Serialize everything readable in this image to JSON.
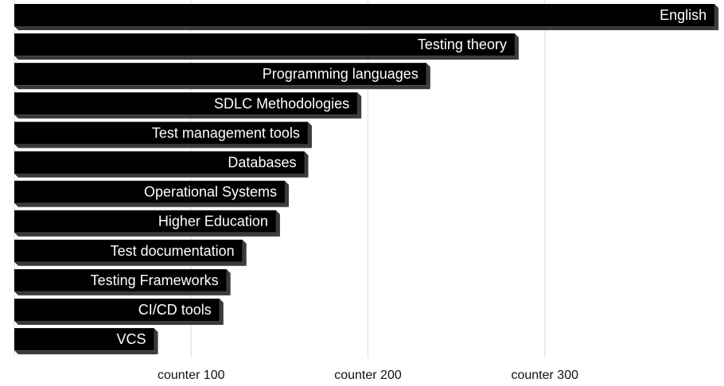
{
  "chart_data": {
    "type": "bar",
    "orientation": "horizontal",
    "categories": [
      "English",
      "Testing theory",
      "Programming languages",
      "SDLC Methodologies",
      "Test management tools",
      "Databases",
      "Operational Systems",
      "Higher Education",
      "Test documentation",
      "Testing Frameworks",
      "CI/CD tools",
      "VCS"
    ],
    "values": [
      396,
      283,
      233,
      194,
      166,
      164,
      153,
      148,
      129,
      120,
      116,
      79
    ],
    "xticks": [
      {
        "value": 100,
        "label": "counter 100"
      },
      {
        "value": 200,
        "label": "counter 200"
      },
      {
        "value": 300,
        "label": "counter 300"
      }
    ],
    "xlim": [
      0,
      400
    ],
    "grid": true,
    "colors": {
      "bar": "#000000",
      "bar_side": "#3a3a3a",
      "grid": "#dddddd",
      "label": "#ffffff"
    }
  }
}
